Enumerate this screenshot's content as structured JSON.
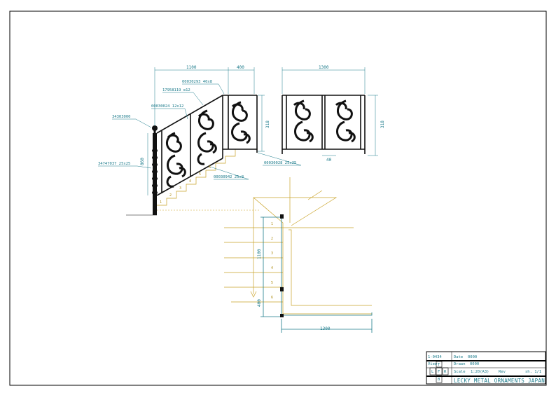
{
  "dimensions": {
    "top_width_left": "1100",
    "top_width_right": "400",
    "front_width": "1300",
    "panel_height_left": "318",
    "panel_height_right": "318",
    "post_height": "860",
    "bottom_gap": "40",
    "plan_height_upper": "1100",
    "plan_height_lower": "400",
    "plan_width": "1300"
  },
  "callouts": {
    "top_rail": "00030293 40x8",
    "scroll_panel": "17958119 α12",
    "bar": "00030024 12x12",
    "finial": "34303000",
    "post": "34747037 25x25",
    "bottom_bar": "00030942 25x8",
    "right_post": "00030028 25x25"
  },
  "stair_steps": [
    "1",
    "2",
    "3",
    "4",
    "5",
    "6"
  ],
  "plan_labels": [
    "1",
    "2",
    "3",
    "4",
    "5",
    "6"
  ],
  "title_block": {
    "drawing_no": "1-0434",
    "field1_label": "Date",
    "field1_value": "0000",
    "field2_label": "Drawn",
    "field2_value": "0000",
    "scale_label": "Scale",
    "scale_value": "1:20(A3)",
    "rev_label": "Rev",
    "sheet_label": "sh. 1/1",
    "view_label": "View",
    "view_codes": [
      "T",
      "L",
      "F",
      "R",
      "B"
    ],
    "company": "LECKY METAL ORNAMENTS JAPAN"
  },
  "colors": {
    "dimension": "#1a7a8a",
    "construction": "#c9a227",
    "ironwork": "#111111",
    "frame": "#000000"
  }
}
